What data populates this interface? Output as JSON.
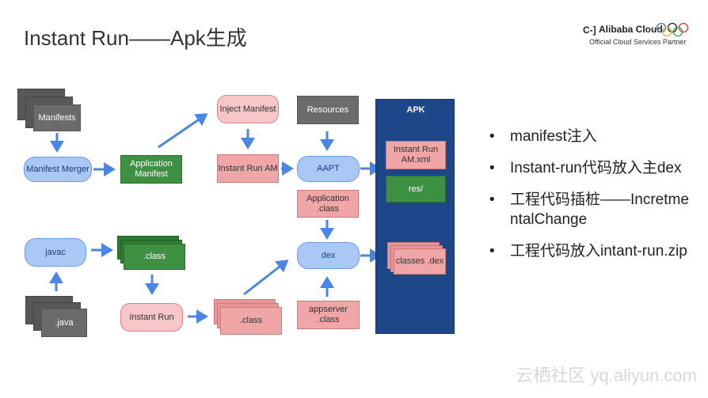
{
  "title": "Instant Run——Apk生成",
  "logo": {
    "mark": "C-]",
    "name": "Alibaba Cloud",
    "subtitle": "Official Cloud Services Partner",
    "icon": "olympic-rings-icon"
  },
  "diagram": {
    "manifests": "Manifests",
    "manifest_merger": "Manifest Merger",
    "application_manifest": "Application Manifest",
    "inject_manifest": "Inject Manifest",
    "instant_run_am": "Instant Run AM",
    "resources": "Resources",
    "aapt": "AAPT",
    "application_class": "Application .class",
    "javac": "javac",
    "class_green": ".class",
    "java": ".java",
    "instant_run": "Instant Run",
    "class_pink": ".class",
    "dex": "dex",
    "appserver_class": "appserver .class",
    "apk": {
      "title": "APK",
      "instant_run_am_xml": "Instant Run AM.xml",
      "res": "res/",
      "classes_dex": "classes .dex"
    },
    "colors": {
      "blue_arrow": "#4a86e8",
      "apk_bg": "#1e478a",
      "green": "#3e9142",
      "gray": "#6b6b6b",
      "pink": "#f0a6a6"
    }
  },
  "bullets": [
    "manifest注入",
    "Instant-run代码放入主dex",
    "工程代码插桩——IncretmentalChange",
    "工程代码放入intant-run.zip"
  ],
  "watermark": "云栖社区 yq.aliyun.com"
}
